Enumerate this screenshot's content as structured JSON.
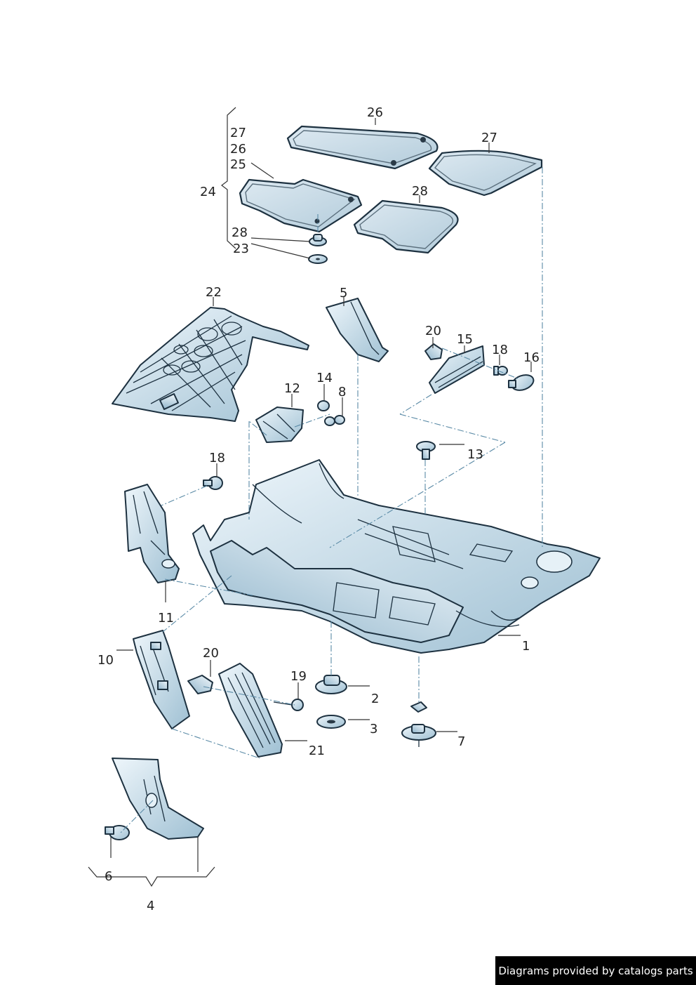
{
  "credit": "Diagrams provided by catalogs parts",
  "callouts": {
    "c1": "1",
    "c2": "2",
    "c3": "3",
    "c4": "4",
    "c5": "5",
    "c6": "6",
    "c7": "7",
    "c8": "8",
    "c10": "10",
    "c11": "11",
    "c12": "12",
    "c13": "13",
    "c14": "14",
    "c15": "15",
    "c16": "16",
    "c18a": "18",
    "c18b": "18",
    "c19": "19",
    "c20a": "20",
    "c20b": "20",
    "c21": "21",
    "c22": "22",
    "c23": "23",
    "c24": "24",
    "c25": "25",
    "c26a": "26",
    "c26b": "26",
    "c27a": "27",
    "c27b": "27",
    "c28a": "28",
    "c28b": "28"
  },
  "colors": {
    "part_light": "#e4f0f7",
    "part_mid": "#a9c8d9",
    "outline": "#1d3140",
    "dash": "#5a8aa6"
  }
}
